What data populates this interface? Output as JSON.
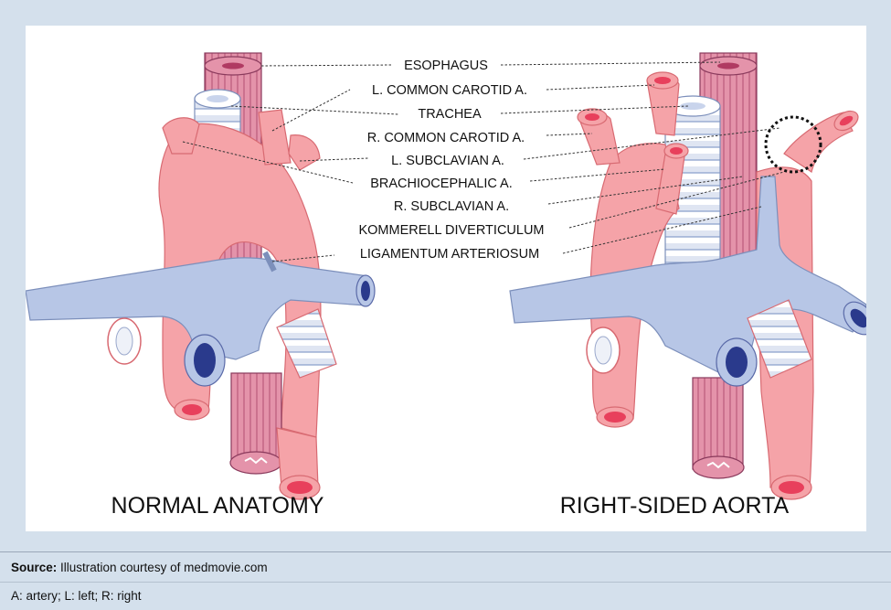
{
  "figure": {
    "labels": {
      "esophagus": "ESOPHAGUS",
      "l_common_carotid": "L. COMMON CAROTID A.",
      "trachea": "TRACHEA",
      "r_common_carotid": "R. COMMON CAROTID A.",
      "l_subclavian": "L. SUBCLAVIAN A.",
      "brachiocephalic": "BRACHIOCEPHALIC A.",
      "r_subclavian": "R. SUBCLAVIAN A.",
      "kommerell": "KOMMERELL DIVERTICULUM",
      "ligamentum": "LIGAMENTUM ARTERIOSUM"
    },
    "captions": {
      "left": "NORMAL ANATOMY",
      "right": "RIGHT-SIDED AORTA"
    },
    "colors": {
      "artery": "#f5a3a8",
      "artery_stroke": "#d86a72",
      "artery_lumen": "#e8405c",
      "vein": "#b7c6e6",
      "vein_lumen": "#2a3a8c",
      "trachea": "#ffffff",
      "esophagus": "#e493aa",
      "background": "#d4e0ec"
    }
  },
  "footer": {
    "source_label": "Source:",
    "source_text": " Illustration courtesy of medmovie.com",
    "abbreviations": "A: artery; L: left; R: right"
  }
}
